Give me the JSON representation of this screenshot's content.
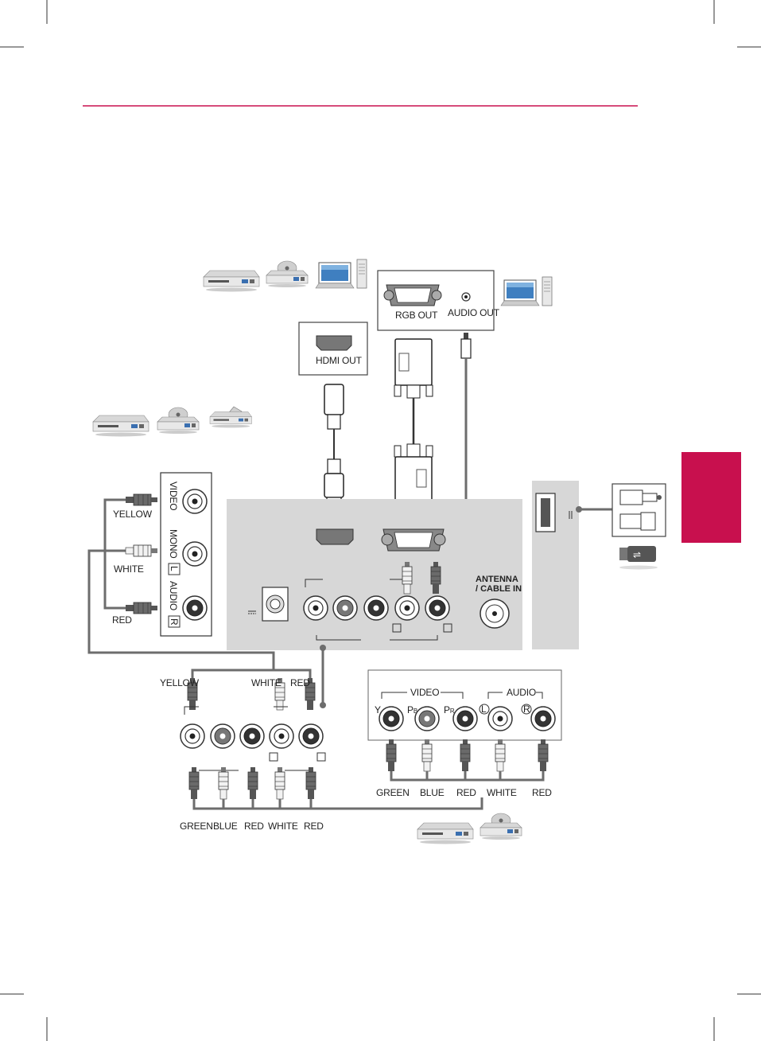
{
  "colors": {
    "accent": "#c8104e",
    "panel": "#d7d7d7",
    "cable": "#6d6d6d"
  },
  "pc_box": {
    "rgb_out": "RGB OUT",
    "audio_out": "AUDIO OUT"
  },
  "hdmi_box": {
    "hdmi_out": "HDMI OUT"
  },
  "tv_panel": {
    "antenna_line1": "ANTENNA",
    "antenna_line2": "/ CABLE IN"
  },
  "av_panel": {
    "video": "VIDEO",
    "mono": "MONO",
    "l": "L",
    "audio": "AUDIO",
    "r": "R"
  },
  "composite_cables": {
    "yellow": "YELLOW",
    "white": "WHITE",
    "red": "RED"
  },
  "bottom_top_labels": {
    "yellow": "YELLOW",
    "white": "WHITE",
    "red": "RED"
  },
  "bottom_labels": [
    "GREEN",
    "BLUE",
    "RED",
    "WHITE",
    "RED"
  ],
  "component_panel": {
    "video": "VIDEO",
    "audio": "AUDIO",
    "y": "Y",
    "pb": "P",
    "pb_sub": "B",
    "pr": "P",
    "pr_sub": "R",
    "l": "L",
    "r": "R"
  },
  "component_labels": [
    "GREEN",
    "BLUE",
    "RED",
    "WHITE",
    "RED"
  ],
  "icons": [
    "dvd-player-icon",
    "disc-player-icon",
    "laptop-pc-icon",
    "usb-drive-icon",
    "usb-plug-icon",
    "set-top-box-icon"
  ]
}
